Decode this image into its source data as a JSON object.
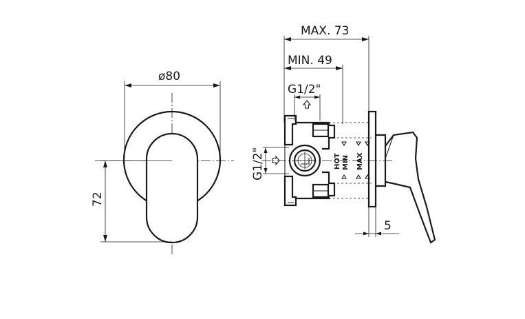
{
  "dimensions": {
    "diameter": "ø80",
    "height": "72",
    "max_depth": "MAX. 73",
    "min_depth": "MIN. 49",
    "thread_top": "G1/2\"",
    "thread_side": "G1/2\"",
    "plate_thickness": "5"
  },
  "markings": {
    "hot": "HOT",
    "min": "MIN",
    "max": "MAX"
  }
}
